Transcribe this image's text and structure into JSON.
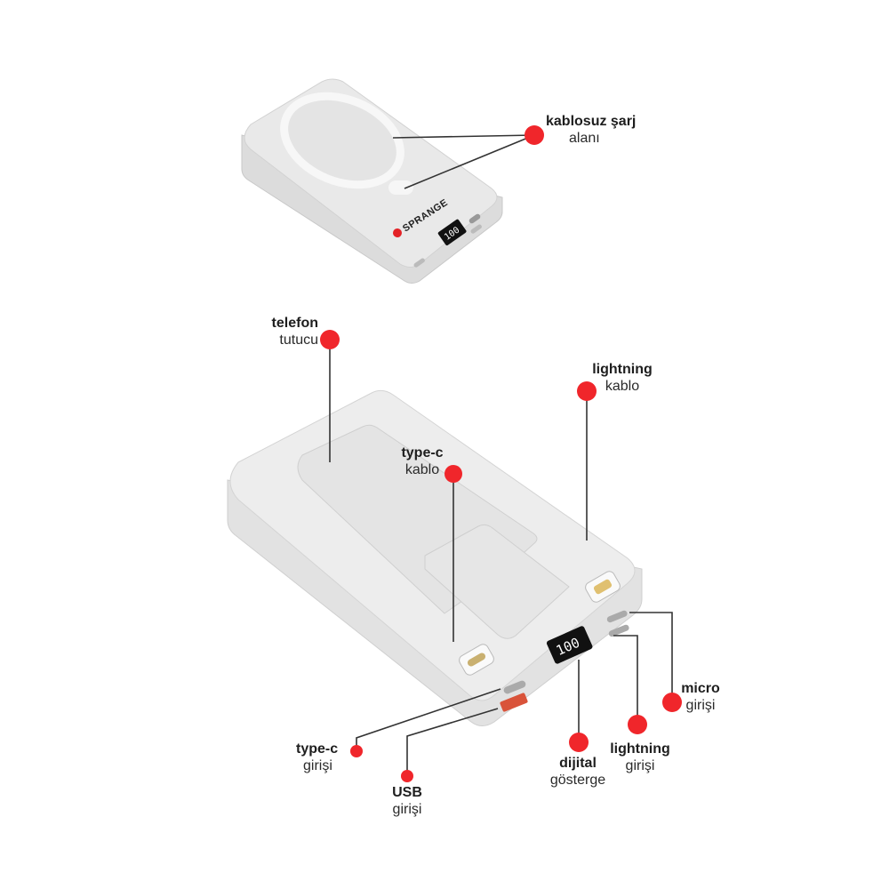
{
  "brand_logo": "SPRANGE",
  "top_device": {
    "display_readout": "100",
    "callouts": [
      {
        "title": "kablosuz şarj",
        "subtitle": "alanı"
      }
    ]
  },
  "bottom_device": {
    "display_readout": "100",
    "callouts": [
      {
        "title": "telefon",
        "subtitle": "tutucu"
      },
      {
        "title": "type-c",
        "subtitle": "kablo"
      },
      {
        "title": "lightning",
        "subtitle": "kablo"
      },
      {
        "title": "micro",
        "subtitle": "girişi"
      },
      {
        "title": "lightning",
        "subtitle": "girişi"
      },
      {
        "title": "dijital",
        "subtitle": "gösterge"
      },
      {
        "title": "type-c",
        "subtitle": "girişi"
      },
      {
        "title": "USB",
        "subtitle": "girişi"
      }
    ]
  },
  "colors": {
    "callout_dot": "#f0262b",
    "leader_line": "#333333",
    "device_body": "#ececec",
    "logo_accent": "#e32226"
  }
}
